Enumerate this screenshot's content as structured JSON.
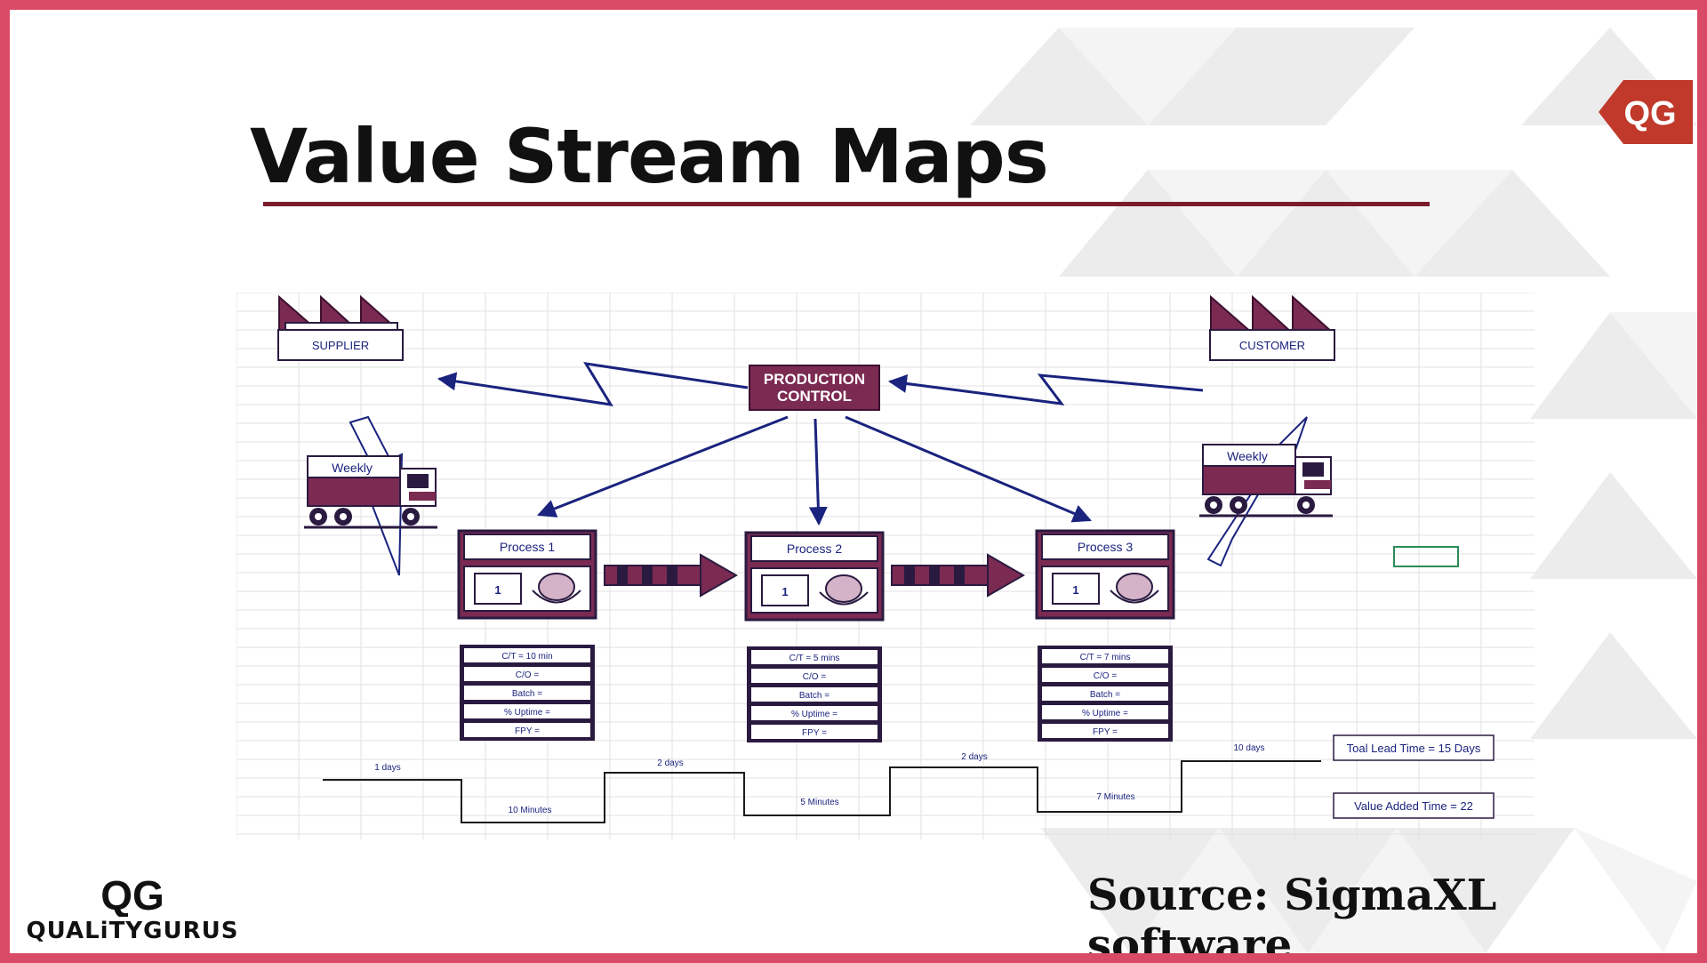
{
  "slide": {
    "title": "Value Stream Maps",
    "source": "Source: SigmaXL software",
    "logo_mark": "QG",
    "logo_text": "QUALiTYGURUS",
    "corner_mark": "QG"
  },
  "colors": {
    "border": "#d94a67",
    "accent": "#7a1c2c",
    "icon": "#7b2a52",
    "arrow": "#1a237e"
  },
  "vsm": {
    "supplier": {
      "label": "SUPPLIER",
      "shipment": "Weekly"
    },
    "customer": {
      "label": "CUSTOMER",
      "shipment": "Weekly"
    },
    "production_control": {
      "line1": "PRODUCTION",
      "line2": "CONTROL"
    },
    "processes": [
      {
        "name": "Process 1",
        "operators": "1",
        "ct": "C/T = 10 min",
        "co": "C/O =",
        "batch": "Batch =",
        "uptime": "% Uptime =",
        "fpy": "FPY ="
      },
      {
        "name": "Process 2",
        "operators": "1",
        "ct": "C/T = 5 mins",
        "co": "C/O =",
        "batch": "Batch =",
        "uptime": "% Uptime =",
        "fpy": "FPY ="
      },
      {
        "name": "Process 3",
        "operators": "1",
        "ct": "C/T = 7 mins",
        "co": "C/O =",
        "batch": "Batch =",
        "uptime": "% Uptime =",
        "fpy": "FPY ="
      }
    ],
    "timeline": {
      "wait": [
        "1 days",
        "2 days",
        "2 days",
        "10 days"
      ],
      "process": [
        "10 Minutes",
        "5 Minutes",
        "7 Minutes"
      ]
    },
    "summary": {
      "lead_time": "Toal Lead Time = 15 Days",
      "value_added": "Value Added Time = 22"
    }
  }
}
